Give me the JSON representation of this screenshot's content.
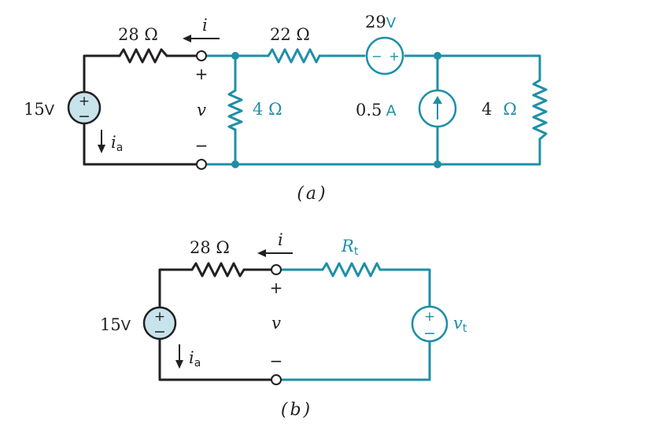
{
  "circuit_a": {
    "left_source": {
      "value": "15",
      "unit": "V",
      "plus": "+",
      "minus": "−"
    },
    "current_ia": {
      "main": "i",
      "sub": "a"
    },
    "r_left": {
      "value": "28",
      "unit": "Ω"
    },
    "current_i": "i",
    "port": {
      "plus": "+",
      "label": "v",
      "minus": "−"
    },
    "r_mid": {
      "value": "22",
      "unit": "Ω"
    },
    "v_source": {
      "value": "29",
      "unit": "V",
      "minus": "−",
      "plus": "+"
    },
    "r_shunt": {
      "value": "4",
      "unit": "Ω"
    },
    "i_source": {
      "value": "0.5",
      "unit": "A"
    },
    "r_right": {
      "value": "4",
      "unit": "Ω"
    },
    "caption": "(a)"
  },
  "circuit_b": {
    "left_source": {
      "value": "15",
      "unit": "V",
      "plus": "+",
      "minus": "−"
    },
    "current_ia": {
      "main": "i",
      "sub": "a"
    },
    "r_left": {
      "value": "28",
      "unit": "Ω"
    },
    "current_i": "i",
    "port": {
      "plus": "+",
      "label": "v",
      "minus": "−"
    },
    "r_thevenin": {
      "main": "R",
      "sub": "t"
    },
    "v_thevenin": {
      "main": "v",
      "sub": "t",
      "plus": "+",
      "minus": "−"
    },
    "caption": "(b)"
  },
  "colors": {
    "black": "#231f20",
    "teal": "#1e8fa6",
    "source_fill": "#c7e3ec"
  }
}
